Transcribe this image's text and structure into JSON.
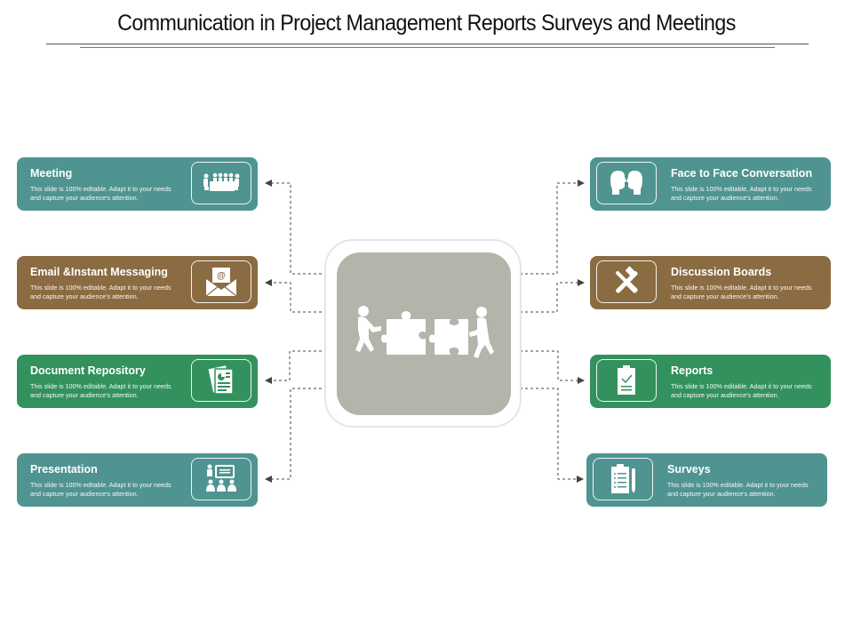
{
  "title": "Communication in Project Management Reports Surveys and Meetings",
  "colors": {
    "teal": "#4f9490",
    "brown": "#8b6b41",
    "green": "#33915d",
    "center": "#b5b4aa",
    "connector": "#444444"
  },
  "center": {
    "icon": "teamwork-puzzle-icon"
  },
  "left_cards": [
    {
      "title": "Meeting",
      "description": "This slide is 100%  editable.  Adapt  it to your needs  and  capture  your  audience's  attention.",
      "icon": "meeting-table-icon",
      "color": "teal"
    },
    {
      "title": "Email &Instant  Messaging",
      "description": "This slide is 100%  editable.  Adapt  it to your needs  and  capture  your  audience's  attention.",
      "icon": "email-envelope-icon",
      "color": "brown"
    },
    {
      "title": "Document Repository",
      "description": "This slide is 100%  editable.  Adapt  it to your needs  and  capture  your  audience's  attention.",
      "icon": "document-icon",
      "color": "green"
    },
    {
      "title": "Presentation",
      "description": "This slide is 100%  editable.  Adapt  it to your needs  and  capture  your  audience's  attention.",
      "icon": "presentation-icon",
      "color": "teal"
    }
  ],
  "right_cards": [
    {
      "title": "Face to Face Conversation",
      "description": "This slide is 100%  editable.  Adapt  it to your needs  and  capture  your  audience's  attention.",
      "icon": "face-to-face-icon",
      "color": "teal"
    },
    {
      "title": "Discussion  Boards",
      "description": "This slide is 100%  editable.  Adapt  it to your needs  and  capture  your  audience's  attention.",
      "icon": "tools-icon",
      "color": "brown"
    },
    {
      "title": "Reports",
      "description": "This slide is 100%  editable.  Adapt  it to your needs  and  capture  your  audience's  attention.",
      "icon": "report-clipboard-icon",
      "color": "green"
    },
    {
      "title": "Surveys",
      "description": "This slide is 100%  editable.  Adapt  it to your needs  and  capture  your  audience's  attention.",
      "icon": "survey-clipboard-icon",
      "color": "teal"
    }
  ]
}
